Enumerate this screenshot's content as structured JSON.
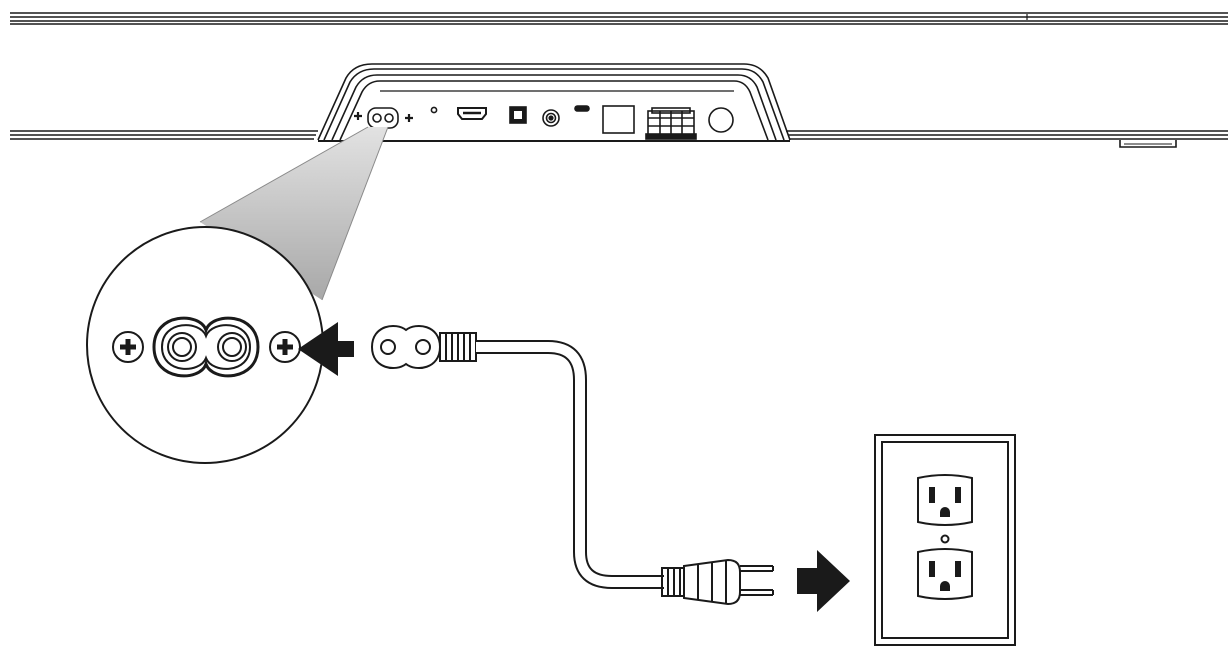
{
  "diagram": {
    "subject": "soundbar-power-connection",
    "line_color": "#1a1a1a",
    "background": "#ffffff",
    "shading_color": "#bdbdbd",
    "parts": {
      "soundbar": "soundbar-rear-panel",
      "ports": [
        "power-inlet",
        "pairing-button",
        "hdmi-port",
        "optical-port",
        "aux-port",
        "usb-port",
        "ethernet-port",
        "sub-connector",
        "round-port"
      ],
      "zoom": "power-inlet-zoom",
      "cord": "power-cord",
      "outlet": "wall-outlet"
    },
    "arrows": [
      "insert-cord-arrow",
      "plug-into-outlet-arrow"
    ]
  }
}
